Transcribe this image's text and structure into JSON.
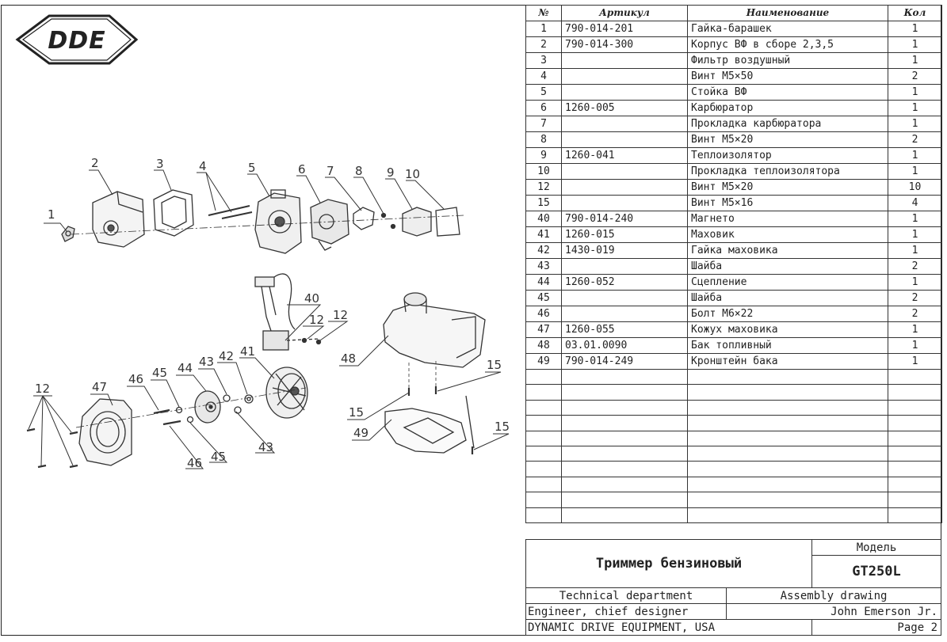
{
  "logo": {
    "text": "DDE"
  },
  "callouts": {
    "c1": "1",
    "c2": "2",
    "c3": "3",
    "c4": "4",
    "c5": "5",
    "c6": "6",
    "c7": "7",
    "c8": "8",
    "c9": "9",
    "c10": "10",
    "c40": "40",
    "c12a": "12",
    "c12b": "12",
    "c48": "48",
    "c15a": "15",
    "c15b": "15",
    "c15c": "15",
    "c49": "49",
    "c12c": "12",
    "c47": "47",
    "c46a": "46",
    "c45a": "45",
    "c44": "44",
    "c43a": "43",
    "c42": "42",
    "c41": "41",
    "c43b": "43",
    "c46b": "46",
    "c45b": "45"
  },
  "table": {
    "headers": {
      "num": "№",
      "article": "Артикул",
      "name": "Наименование",
      "qty": "Кол"
    },
    "rows": [
      {
        "num": "1",
        "article": "790-014-201",
        "name": "Гайка-барашек",
        "qty": "1"
      },
      {
        "num": "2",
        "article": "790-014-300",
        "name": "Корпус ВФ в сборе 2,3,5",
        "qty": "1"
      },
      {
        "num": "3",
        "article": "",
        "name": "Фильтр воздушный",
        "qty": "1"
      },
      {
        "num": "4",
        "article": "",
        "name": "Винт М5×50",
        "qty": "2"
      },
      {
        "num": "5",
        "article": "",
        "name": "Стойка ВФ",
        "qty": "1"
      },
      {
        "num": "6",
        "article": "1260-005",
        "name": "Карбюратор",
        "qty": "1"
      },
      {
        "num": "7",
        "article": "",
        "name": "Прокладка карбюратора",
        "qty": "1"
      },
      {
        "num": "8",
        "article": "",
        "name": "Винт М5×20",
        "qty": "2"
      },
      {
        "num": "9",
        "article": "1260-041",
        "name": "Теплоизолятор",
        "qty": "1"
      },
      {
        "num": "10",
        "article": "",
        "name": "Прокладка теплоизолятора",
        "qty": "1"
      },
      {
        "num": "12",
        "article": "",
        "name": "Винт М5×20",
        "qty": "10"
      },
      {
        "num": "15",
        "article": "",
        "name": "Винт М5×16",
        "qty": "4"
      },
      {
        "num": "40",
        "article": "790-014-240",
        "name": "Магнето",
        "qty": "1"
      },
      {
        "num": "41",
        "article": "1260-015",
        "name": "Маховик",
        "qty": "1"
      },
      {
        "num": "42",
        "article": "1430-019",
        "name": "Гайка маховика",
        "qty": "1"
      },
      {
        "num": "43",
        "article": "",
        "name": "Шайба",
        "qty": "2"
      },
      {
        "num": "44",
        "article": "1260-052",
        "name": "Сцепление",
        "qty": "1"
      },
      {
        "num": "45",
        "article": "",
        "name": "Шайба",
        "qty": "2"
      },
      {
        "num": "46",
        "article": "",
        "name": "Болт М6×22",
        "qty": "2"
      },
      {
        "num": "47",
        "article": "1260-055",
        "name": "Кожух маховика",
        "qty": "1"
      },
      {
        "num": "48",
        "article": "03.01.0090",
        "name": "Бак топливный",
        "qty": "1"
      },
      {
        "num": "49",
        "article": "790-014-249",
        "name": "Кронштейн бака",
        "qty": "1"
      }
    ],
    "empty_rows": 10
  },
  "title_block": {
    "product": "Триммер бензиновый",
    "model_label": "Модель",
    "model": "GT250L",
    "department": "Technical department",
    "doc_type": "Assembly drawing",
    "role": "Engineer, chief designer",
    "person": "John Emerson Jr.",
    "company": "DYNAMIC DRIVE EQUIPMENT, USA",
    "page": "Page 2"
  }
}
